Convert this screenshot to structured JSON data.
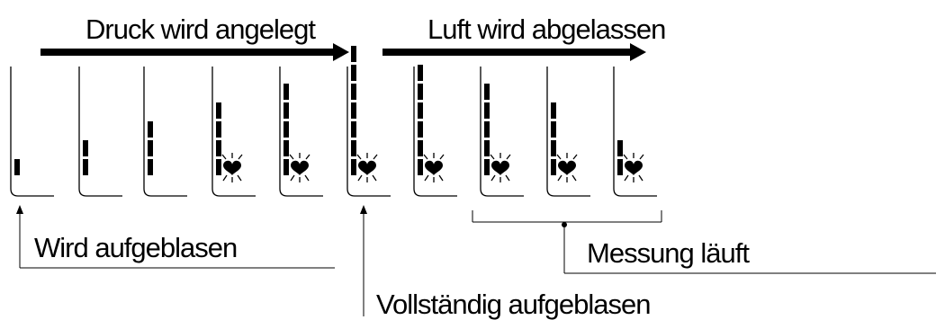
{
  "colors": {
    "ink": "#000000",
    "background": "#ffffff"
  },
  "labels": {
    "pressure_applied": "Druck wird angelegt",
    "air_released": "Luft wird abgelassen",
    "inflating": "Wird aufgeblasen",
    "fully_inflated": "Vollständig aufgeblasen",
    "measuring": "Messung läuft"
  },
  "icons": {
    "pulse": "heart-icon"
  },
  "display_frames": [
    {
      "pressure_segments": 1,
      "heart": false
    },
    {
      "pressure_segments": 2,
      "heart": false
    },
    {
      "pressure_segments": 3,
      "heart": false
    },
    {
      "pressure_segments": 4,
      "heart": true
    },
    {
      "pressure_segments": 5,
      "heart": true
    },
    {
      "pressure_segments": 7,
      "heart": true
    },
    {
      "pressure_segments": 6,
      "heart": true
    },
    {
      "pressure_segments": 5,
      "heart": true
    },
    {
      "pressure_segments": 4,
      "heart": true
    },
    {
      "pressure_segments": 2,
      "heart": true
    }
  ]
}
